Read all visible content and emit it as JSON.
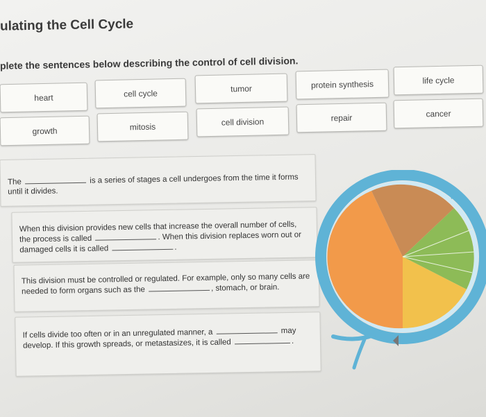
{
  "header": {
    "title": "ulating the Cell Cycle",
    "instructions": "plete the sentences below describing the control of cell division."
  },
  "word_bank": {
    "heart": "heart",
    "cell_cycle": "cell cycle",
    "tumor": "tumor",
    "protein_synthesis": "protein synthesis",
    "life_cycle": "life cycle",
    "growth": "growth",
    "mitosis": "mitosis",
    "cell_division": "cell division",
    "repair": "repair",
    "cancer": "cancer"
  },
  "sentences": {
    "s1": {
      "part1": "The",
      "part2": "is a series of stages a cell undergoes from the time it forms until it divides."
    },
    "s2": {
      "part1": "When this division provides new cells that increase the overall number of cells, the process is called",
      "part2": ". When this division replaces worn out or damaged cells it is called",
      "part3": "."
    },
    "s3": {
      "part1": "This division must be controlled or regulated. For example, only so many cells are needed to form organs such as the",
      "part2": ", stomach, or brain."
    },
    "s4": {
      "part1": "If cells divide too often or in an unregulated manner, a",
      "part2": "may develop. If this growth spreads, or metastasizes, it is called",
      "part3": "."
    }
  },
  "diagram": {
    "ring_color": "#5fb3d6",
    "ring_light": "#cfe9f4",
    "segment_colors": [
      "#f29a4a",
      "#c98b55",
      "#8dbb57",
      "#f2c14c"
    ]
  }
}
